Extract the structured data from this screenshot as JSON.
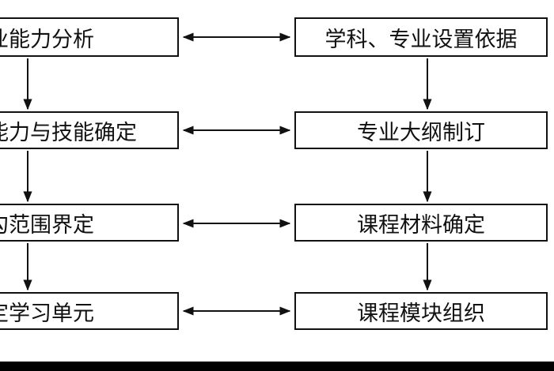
{
  "left_column": [
    {
      "label": "业能力分析"
    },
    {
      "label": "能力与技能确定"
    },
    {
      "label": "勾范围界定"
    },
    {
      "label": "定学习单元"
    }
  ],
  "right_column": [
    {
      "label": "学科、专业设置依据"
    },
    {
      "label": "专业大纲制订"
    },
    {
      "label": "课程材料确定"
    },
    {
      "label": "课程模块组织"
    }
  ],
  "colors": {
    "line": "#111111",
    "box_border": "#111111",
    "background": "#ffffff",
    "footer_bar": "#000000"
  }
}
